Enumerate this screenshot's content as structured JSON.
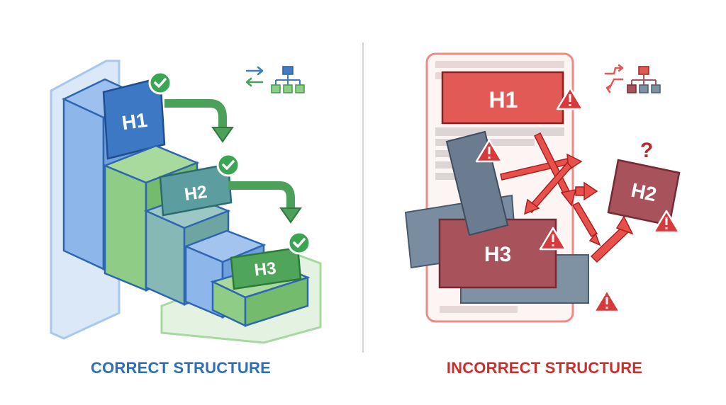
{
  "correct": {
    "caption": "CORRECT STRUCTURE",
    "headings": [
      "H1",
      "H2",
      "H3"
    ],
    "accent_color": "#2f6fb3",
    "check_color": "#3aa553",
    "icon": "sitemap-icon"
  },
  "incorrect": {
    "caption": "INCORRECT STRUCTURE",
    "headings": [
      "H1",
      "H2",
      "H3"
    ],
    "question_mark": "?",
    "accent_color": "#c8302c",
    "warning_color": "#d8393a",
    "icon": "sitemap-icon"
  }
}
